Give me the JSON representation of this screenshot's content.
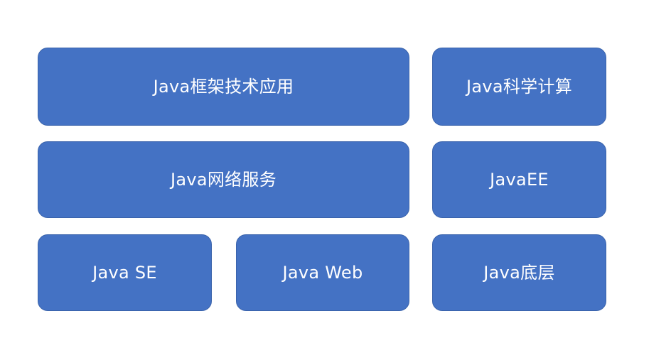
{
  "diagram": {
    "title": "Java technology stack blocks",
    "background_color": "#FFFFFF",
    "node_fill_color": "#4472C4",
    "node_border_color": "#3A63AB",
    "node_text_color": "#FFFFFF",
    "rows": [
      {
        "row_index": 0,
        "nodes": [
          {
            "id": "java-framework",
            "label": "Java框架技术应用"
          },
          {
            "id": "java-science",
            "label": "Java科学计算"
          }
        ]
      },
      {
        "row_index": 1,
        "nodes": [
          {
            "id": "java-network",
            "label": "Java网络服务"
          },
          {
            "id": "javaee",
            "label": "JavaEE"
          }
        ]
      },
      {
        "row_index": 2,
        "nodes": [
          {
            "id": "java-se",
            "label": "Java SE"
          },
          {
            "id": "java-web",
            "label": "Java Web"
          },
          {
            "id": "java-core",
            "label": "Java底层"
          }
        ]
      }
    ]
  }
}
